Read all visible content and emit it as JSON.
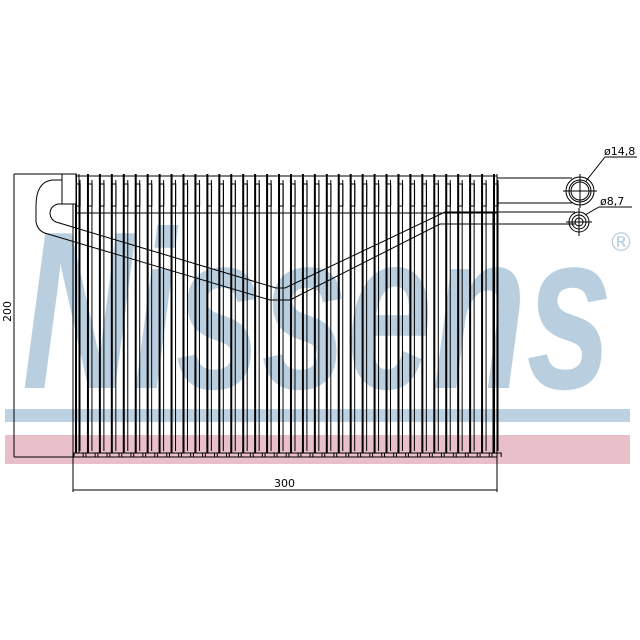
{
  "drawing": {
    "subject": "Evaporator core technical drawing",
    "dimensions": {
      "width_label": "300",
      "height_label": "200",
      "outlet_diameter_label": "ø14,8",
      "inlet_diameter_label": "ø8,7"
    },
    "fin_count": 36
  },
  "watermark": {
    "brand_text": "Nissens",
    "registered_mark": "®",
    "brand_color": "#b9cfe0",
    "band_blue_color": "#bcd2e2",
    "band_pink_color": "#e9bfc9"
  },
  "line_color": "#000000"
}
